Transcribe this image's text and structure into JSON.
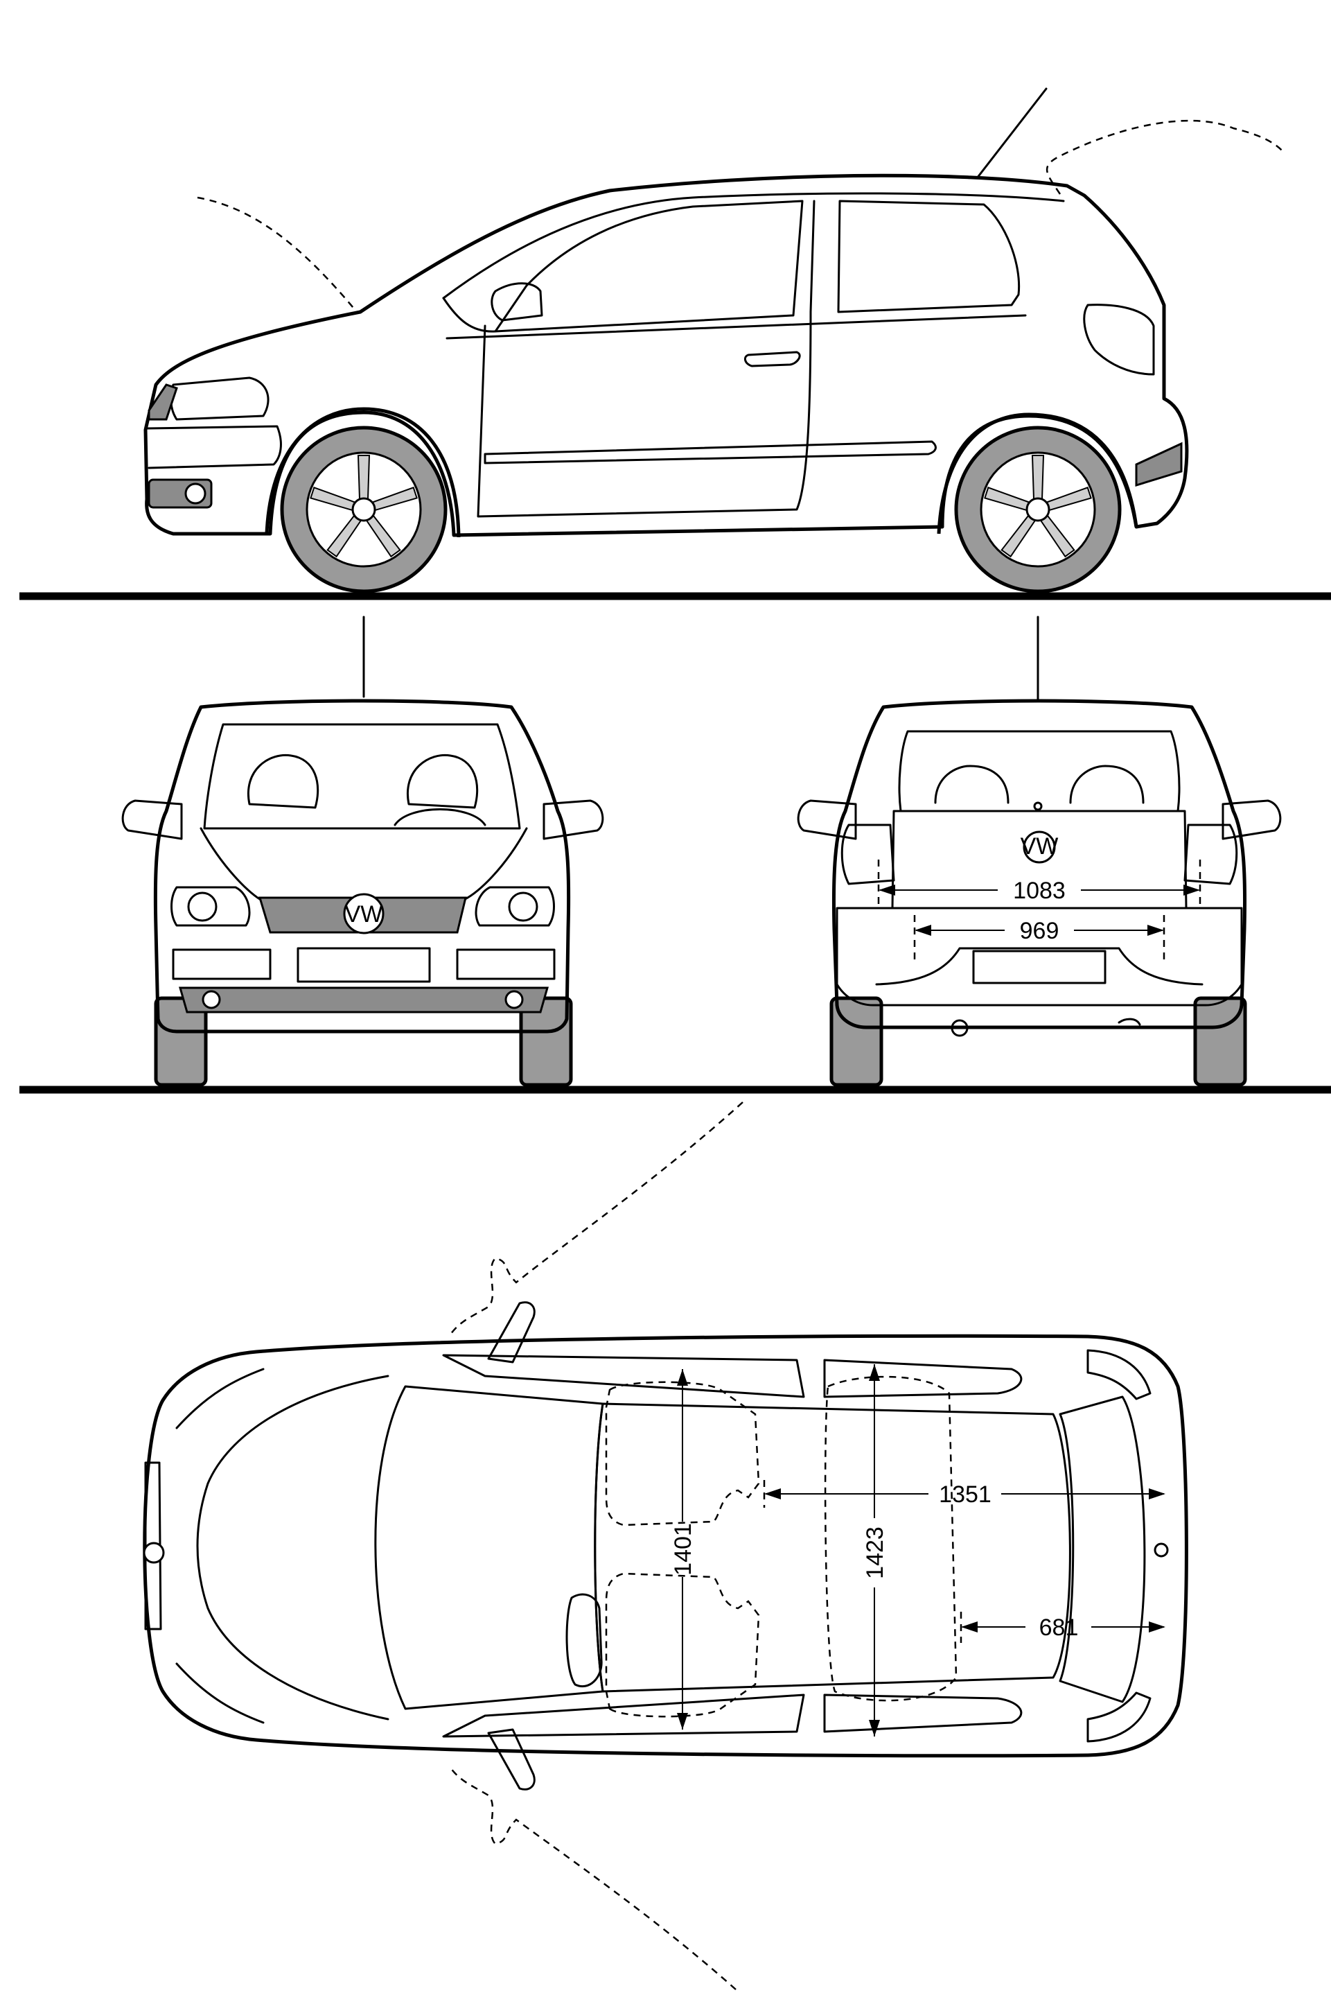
{
  "dimensions": {
    "rear_track_outer": "1083",
    "rear_track_inner": "969",
    "top_length_interior": "1351",
    "top_width_front": "1401",
    "top_width_rear": "1423",
    "top_length_trunk": "681"
  },
  "logo": "VW",
  "colors": {
    "line": "#000000",
    "tire": "#9a9a9a",
    "background": "#ffffff"
  }
}
